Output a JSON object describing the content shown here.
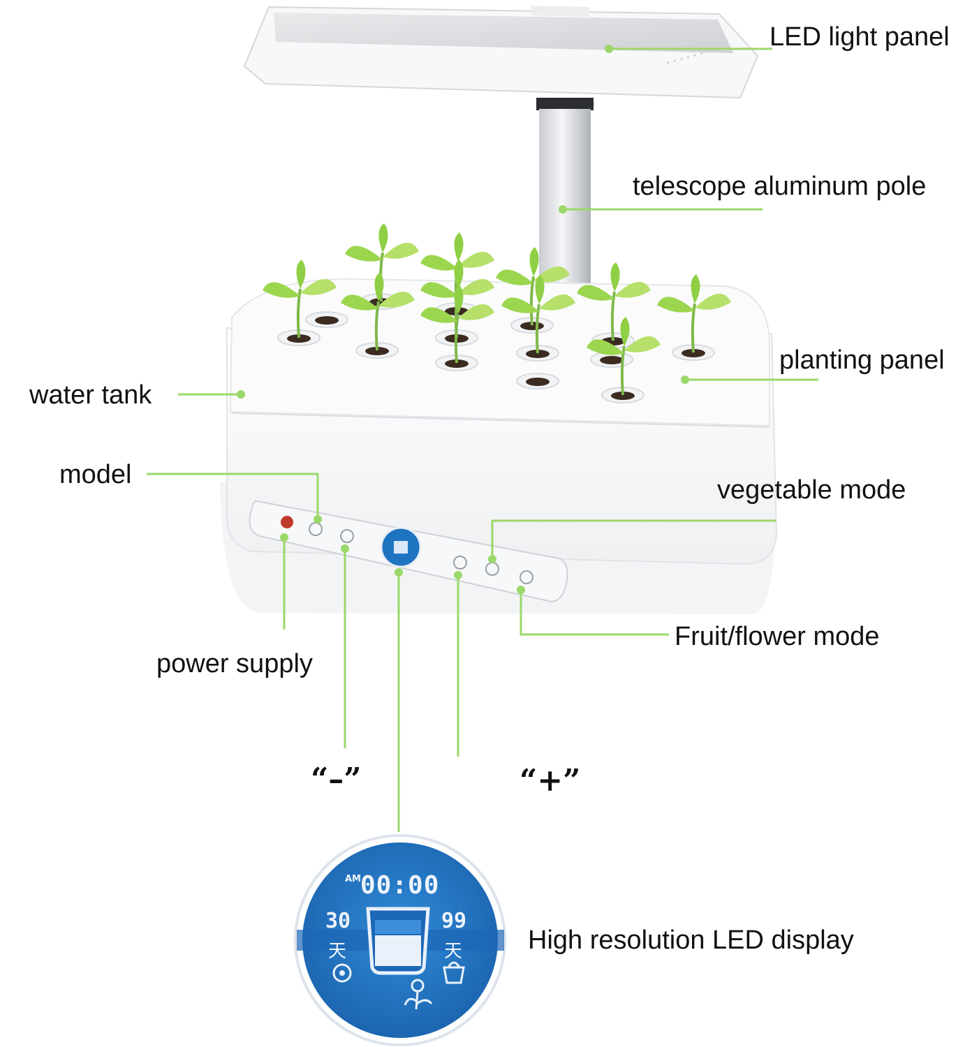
{
  "callouts": {
    "led_light_panel": "LED light panel",
    "telescope_pole": "telescope aluminum pole",
    "planting_panel": "planting panel",
    "water_tank": "water tank",
    "model": "model",
    "vegetable_mode": "vegetable mode",
    "power_supply": "power supply",
    "fruit_flower_mode": "Fruit/flower mode",
    "minus_key": "“–”",
    "plus_key": "“+”",
    "led_display": "High resolution LED display"
  },
  "display": {
    "am": "AM",
    "time": "00:00",
    "left_number": "30",
    "left_unit": "天",
    "right_number": "99",
    "right_unit": "天"
  },
  "colors": {
    "leader_line": "#9ad86a",
    "display_blue": "#1f74c2",
    "leaf_green": "#9cd64f",
    "power_red": "#c0392b"
  }
}
